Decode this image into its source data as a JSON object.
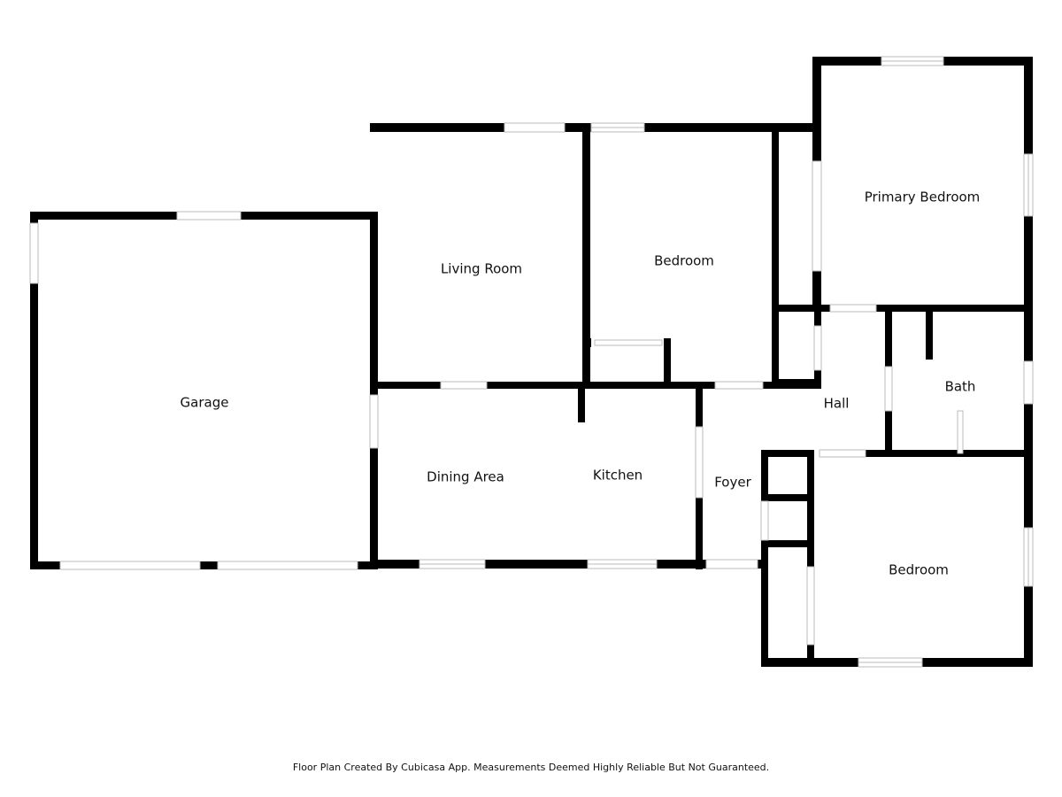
{
  "rooms": {
    "garage": "Garage",
    "living_room": "Living Room",
    "bedroom_1": "Bedroom",
    "primary_bedroom": "Primary Bedroom",
    "dining_area": "Dining Area",
    "kitchen": "Kitchen",
    "foyer": "Foyer",
    "hall": "Hall",
    "bath": "Bath",
    "bedroom_2": "Bedroom"
  },
  "footer": "Floor Plan Created By Cubicasa App. Measurements Deemed Highly Reliable But Not Guaranteed.",
  "colors": {
    "wall": "#000000",
    "background": "#ffffff",
    "opening": "#bbbbbb"
  }
}
